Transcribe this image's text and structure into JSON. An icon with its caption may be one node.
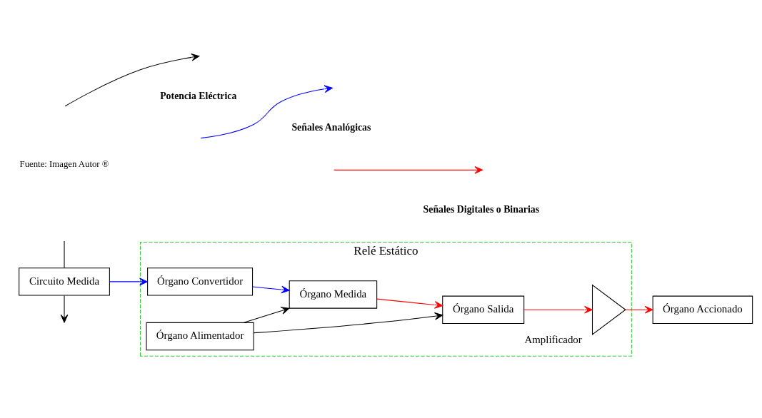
{
  "diagram": {
    "nodes": [
      {
        "text": [
          "Relé Estático"
        ]
      },
      {
        "text": [
          "Circuito Medida"
        ]
      },
      {
        "text": [
          "Órgano Convertidor"
        ],
        "in": 0
      },
      {
        "text": [
          "Órgano Medida"
        ],
        "in": 0
      },
      {
        "text": [
          "Órgano Salida"
        ],
        "in": 0
      },
      {
        "text": [
          "Amplificador"
        ],
        "in": 0
      },
      {
        "text": [
          "Órgano Accionado"
        ]
      },
      {
        "text": [
          "Órgano Alimentador"
        ],
        "in": 0
      }
    ],
    "edges": [
      {
        "from": null,
        "to": 1,
        "arrow": "none"
      },
      {
        "from": 1,
        "to": null,
        "arrow": "to"
      },
      {
        "from": 1,
        "to": 2,
        "arrow": "to",
        "color": "#0000ff"
      },
      {
        "from": 2,
        "to": 3,
        "arrow": "to",
        "color": "#0000ff"
      },
      {
        "from": 3,
        "to": 4,
        "arrow": "to",
        "color": "#ff0000"
      },
      {
        "from": 4,
        "to": 5,
        "arrow": "to",
        "color": "#ff0000"
      },
      {
        "from": 5,
        "to": 6,
        "arrow": "to",
        "color": "#ff0000"
      },
      {
        "from": 7,
        "to": 3,
        "arrow": "to"
      },
      {
        "from": 7,
        "to": 4,
        "arrow": "to"
      }
    ],
    "labels": [
      "Fuente: Imagen Autor ®"
    ],
    "legend": [
      {
        "text": "Potencia Eléctrica"
      },
      {
        "text": "Señales Analógicas"
      },
      {
        "text": "Señales Digitales o Binarias"
      }
    ]
  }
}
